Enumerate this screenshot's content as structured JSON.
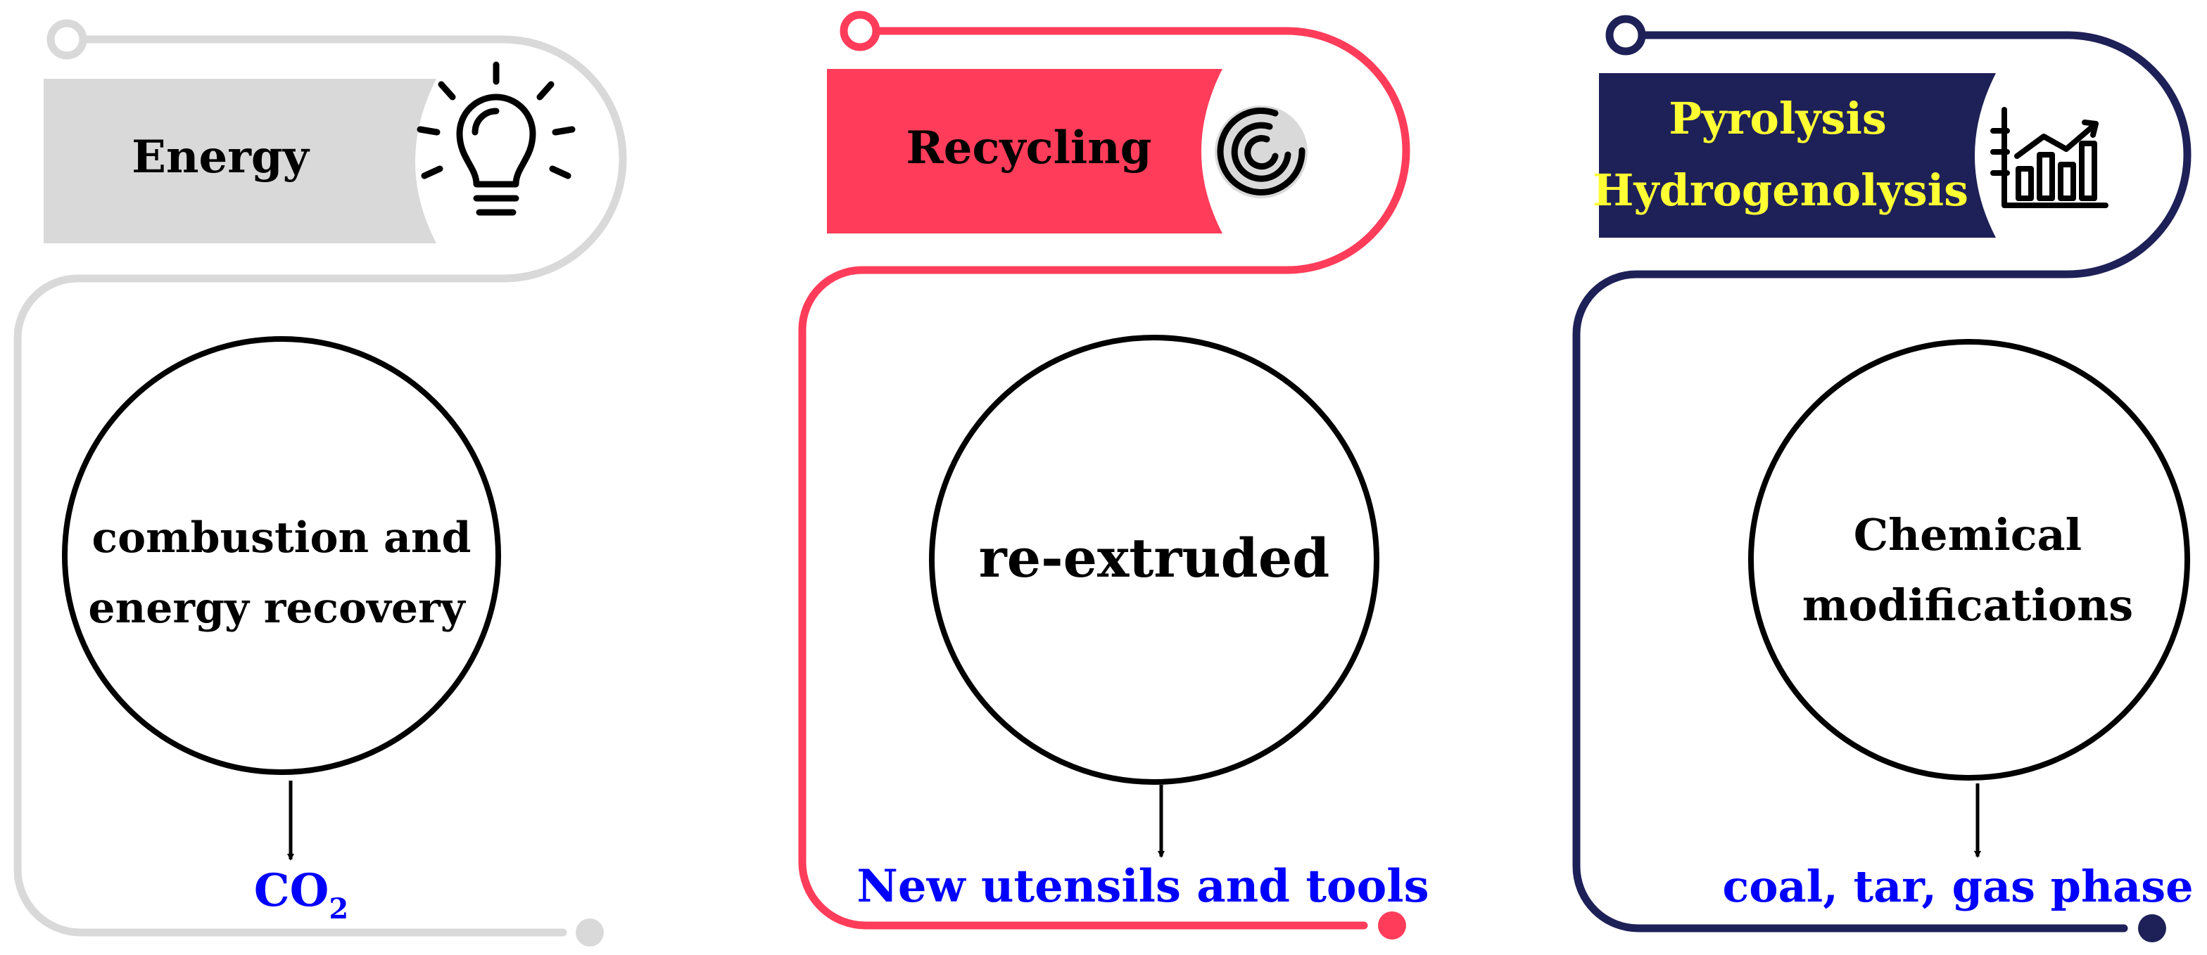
{
  "colors": {
    "energy": "#d9d9d9",
    "recycling": "#ff3d5a",
    "pyrolysis": "#1e2157",
    "pyrolysis_title_text": "#ffff33",
    "output_text": "#0000ff",
    "ink": "#000000"
  },
  "panels": [
    {
      "id": "energy",
      "title_lines": [
        "Energy"
      ],
      "icon": "lightbulb-icon",
      "process_lines": [
        "combustion and",
        "energy recovery"
      ],
      "output_text": "CO",
      "output_subscript": "2"
    },
    {
      "id": "recycling",
      "title_lines": [
        "Recycling"
      ],
      "icon": "spiral-icon",
      "process_lines": [
        "re-extruded"
      ],
      "output_text": "New utensils and tools",
      "output_subscript": ""
    },
    {
      "id": "pyrolysis",
      "title_lines": [
        "Pyrolysis",
        "Hydrogenolysis"
      ],
      "icon": "bar-chart-icon",
      "process_lines": [
        "Chemical",
        "modifications"
      ],
      "output_text": "coal, tar, gas phase",
      "output_subscript": ""
    }
  ]
}
